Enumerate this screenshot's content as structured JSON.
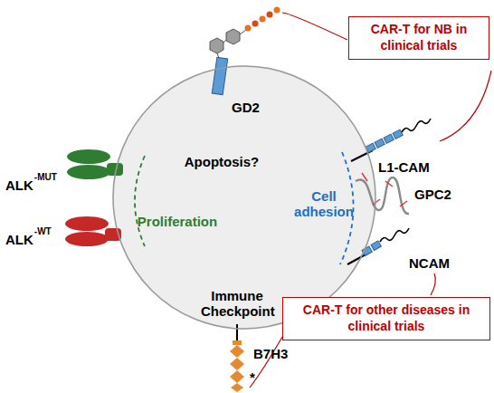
{
  "diagram": {
    "nodes": [
      {
        "text": [
          "Apoptosis?",
          "Proliferation",
          "Cell adhesion",
          "Immune Checkpoint"
        ]
      },
      {
        "text": [
          "CAR-T for NB in clinical trials"
        ]
      },
      {
        "text": [
          "CAR-T for other diseases in clinical trials"
        ]
      }
    ],
    "labels": [
      "GD2",
      "L1-CAM",
      "GPC2",
      "NCAM",
      "ALK",
      "-MUT",
      "ALK",
      "-WT",
      "B7H3",
      "*"
    ]
  }
}
